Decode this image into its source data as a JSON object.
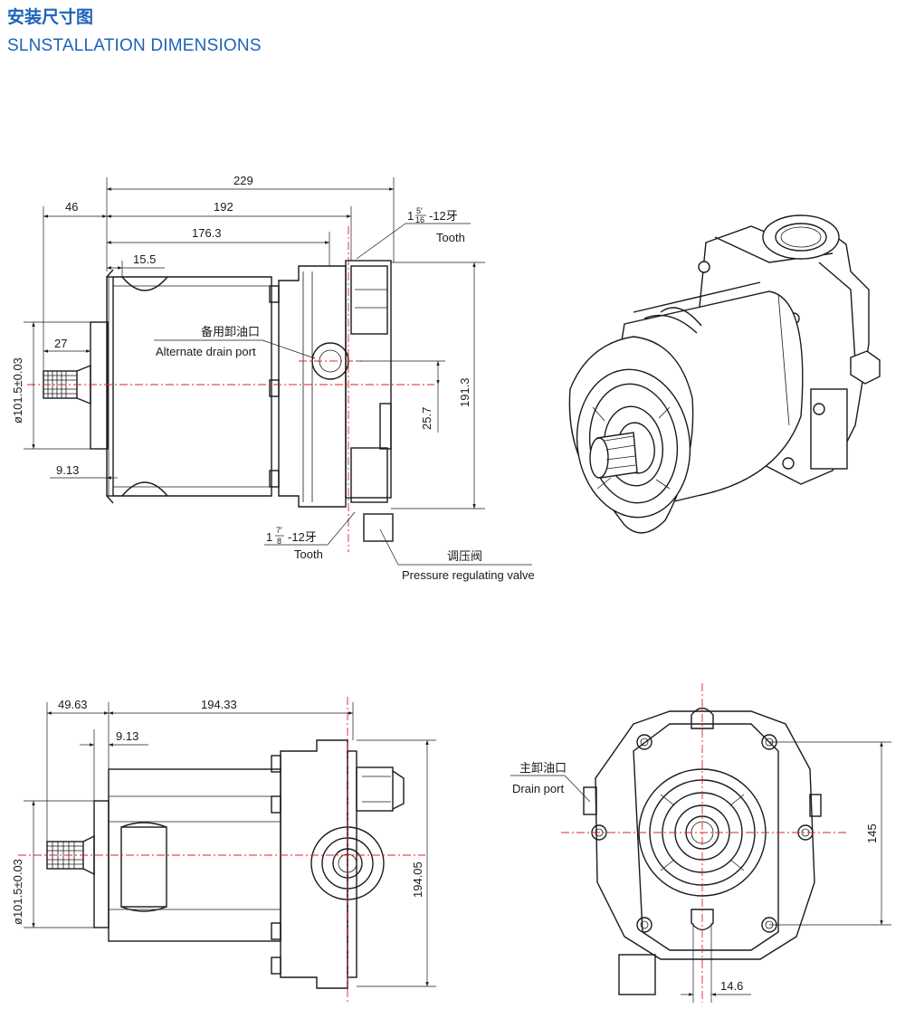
{
  "header": {
    "title_cn": "安装尺寸图",
    "title_en": "SLNSTALLATION DIMENSIONS"
  },
  "side_view": {
    "dim_229": "229",
    "dim_46": "46",
    "dim_192": "192",
    "dim_176_3": "176.3",
    "dim_15_5": "15.5",
    "dim_27": "27",
    "dim_9_13": "9.13",
    "dim_dia": "ø101.5±0.03",
    "dim_25_7": "25.7",
    "dim_191_3": "191.3",
    "thread_top_whole": "1",
    "thread_top_num": "5′",
    "thread_top_den": "16",
    "thread_top_rest": "-12牙",
    "thread_top_en": "Tooth",
    "thread_bot_whole": "1",
    "thread_bot_num": "7′",
    "thread_bot_den": "8",
    "thread_bot_rest": "-12牙",
    "thread_bot_en": "Tooth",
    "alt_drain_cn": "备用卸油口",
    "alt_drain_en": "Alternate drain port",
    "valve_cn": "调压阀",
    "valve_en": "Pressure regulating valve"
  },
  "top_view": {
    "dim_49_63": "49.63",
    "dim_194_33": "194.33",
    "dim_9_13": "9.13",
    "dim_dia": "ø101.5±0.03",
    "dim_194_05": "194.05"
  },
  "front_view": {
    "drain_cn": "主卸油口",
    "drain_en": "Drain port",
    "dim_145": "145",
    "dim_14_6": "14.6"
  }
}
